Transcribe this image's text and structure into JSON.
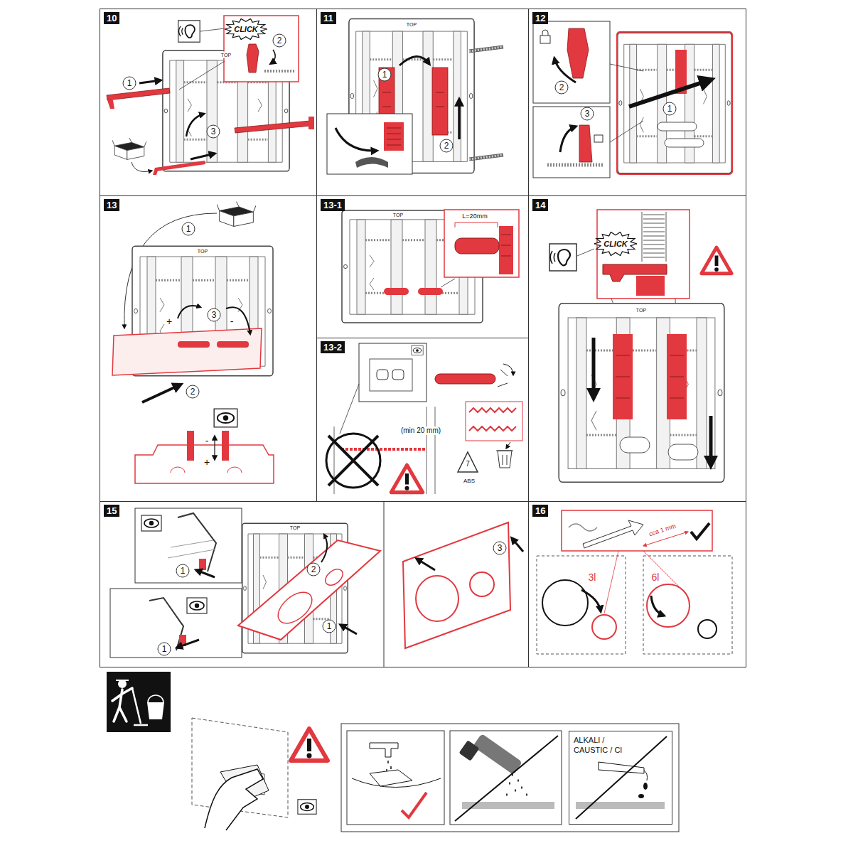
{
  "diagram": {
    "nodes": [
      {
        "text": [
          "10"
        ]
      },
      {
        "text": [
          "CLICK"
        ],
        "in": 0
      },
      {
        "text": [
          "11"
        ]
      },
      {
        "text": [
          "12"
        ]
      },
      {
        "text": [
          "13"
        ]
      },
      {
        "text": [
          "13-1"
        ]
      },
      {
        "text": [
          "13-2"
        ]
      },
      {
        "text": [
          "14"
        ]
      },
      {
        "text": [
          "CLICK"
        ],
        "in": 7
      },
      {
        "text": [
          "15"
        ]
      },
      {
        "text": [
          "16"
        ]
      },
      {
        "text": [
          "ALKALI / CAUSTIC / Cl"
        ]
      }
    ],
    "labels": [
      "1",
      "2",
      "3",
      "TOP",
      "1",
      "2",
      "TOP",
      "2",
      "1",
      "3",
      "1",
      "TOP",
      "+",
      "3",
      "-",
      "2",
      "-",
      "+",
      "L=20mm",
      "TOP",
      "(min 20 mm)",
      "7",
      "ABS",
      "TOP",
      "1",
      "2",
      "1",
      "1",
      "TOP",
      "3",
      "cca 1 mm",
      "3l",
      "6l"
    ]
  }
}
